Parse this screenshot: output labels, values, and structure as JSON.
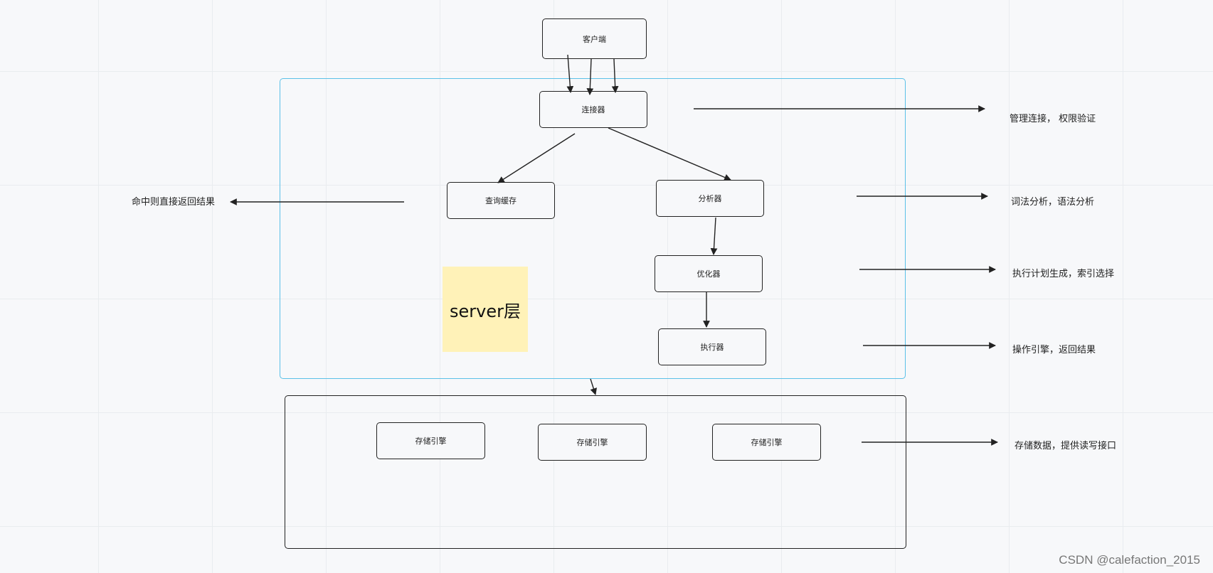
{
  "diagram": {
    "nodes": {
      "client": "客户端",
      "connector": "连接器",
      "query_cache": "查询缓存",
      "analyzer": "分析器",
      "optimizer": "优化器",
      "executor": "执行器",
      "storage_engines": [
        "存储引擎",
        "存储引擎",
        "存储引擎"
      ]
    },
    "server_note": "server层",
    "descriptions": {
      "connector": "管理连接， 权限验证",
      "query_cache": "命中则直接返回结果",
      "analyzer": "词法分析，语法分析",
      "optimizer": "执行计划生成，索引选择",
      "executor": "操作引擎，返回结果",
      "storage": "存储数据，提供读写接口"
    },
    "colors": {
      "server_frame": "#5bc0e8",
      "note_fill": "#fff2b8",
      "line": "#222222"
    }
  },
  "watermark": "CSDN @calefaction_2015"
}
